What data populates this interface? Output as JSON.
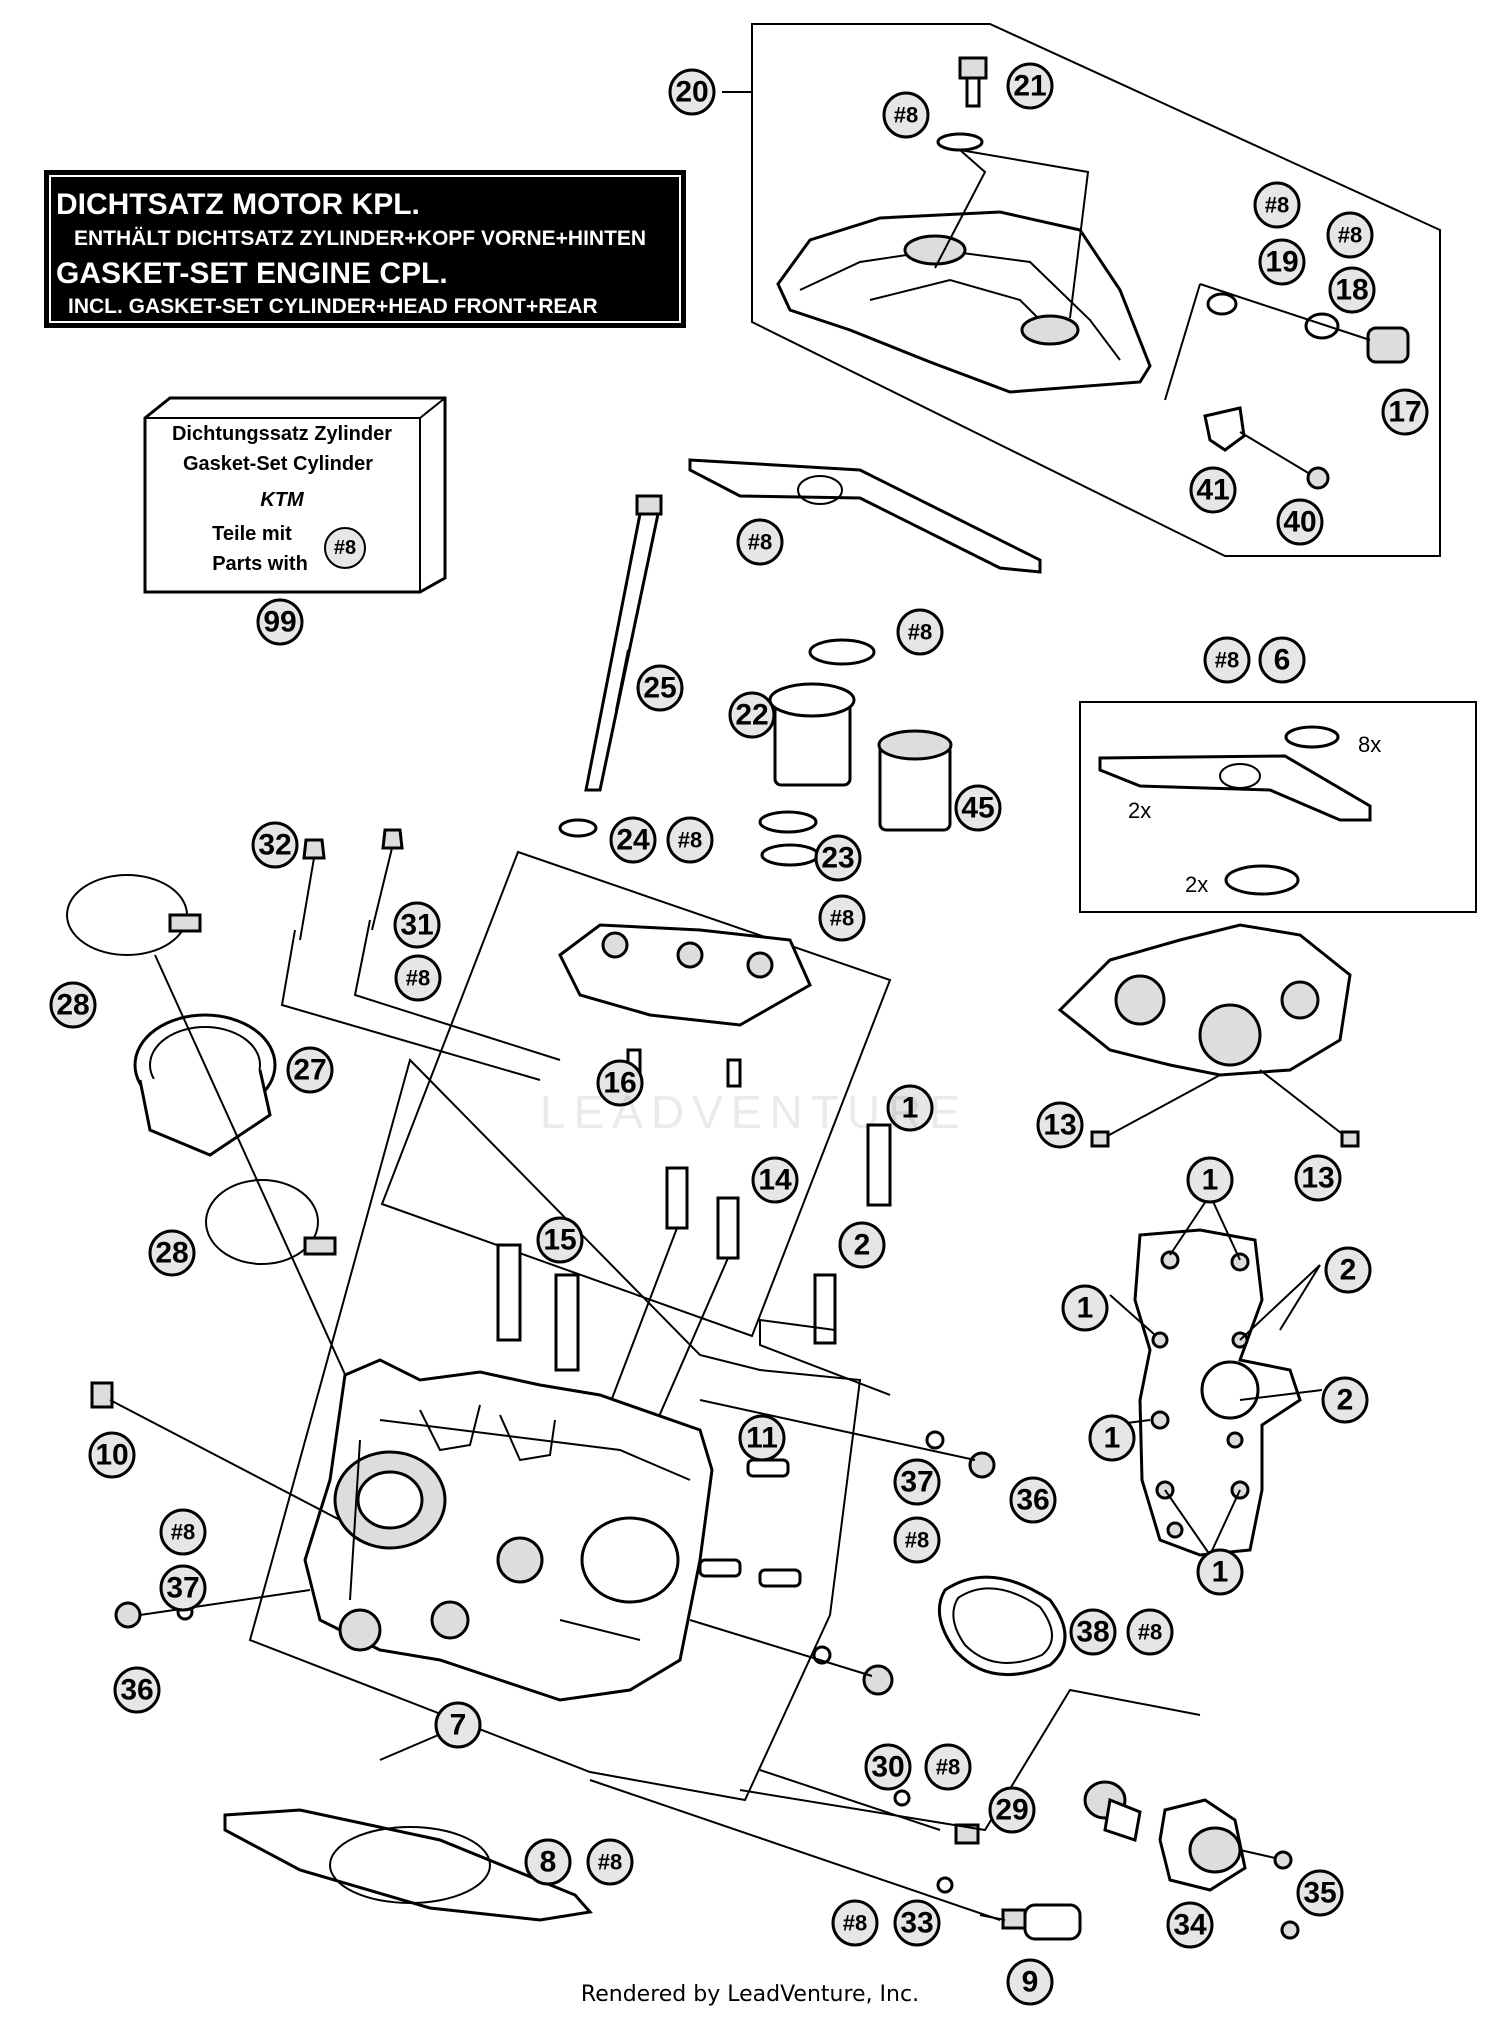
{
  "label_box": {
    "line1": "DICHTSATZ MOTOR KPL.",
    "line2": "ENTHÄLT DICHTSATZ ZYLINDER+KOPF VORNE+HINTEN",
    "line3": "GASKET-SET ENGINE CPL.",
    "line4": "INCL. GASKET-SET CYLINDER+HEAD FRONT+REAR"
  },
  "kit_box": {
    "line1": "Dichtungssatz Zylinder",
    "line2": "Gasket-Set Cylinder",
    "brand": "KTM",
    "line3": "Teile mit",
    "line4": "Parts with",
    "marker": "#8"
  },
  "qty_labels": [
    "8x",
    "2x",
    "2x"
  ],
  "callouts": {
    "c20": "20",
    "c21": "21",
    "c8a": "#8",
    "c8b": "#8",
    "c8c": "#8",
    "c19": "19",
    "c18": "18",
    "c17": "17",
    "c41": "41",
    "c40": "40",
    "c8d": "#8",
    "c99": "99",
    "c8e": "#8",
    "c25": "25",
    "c22": "22",
    "c45": "45",
    "c8f": "#8",
    "c6": "6",
    "c24": "24",
    "c8g": "#8",
    "c23": "23",
    "c8h": "#8",
    "c32": "32",
    "c31": "31",
    "c8i": "#8",
    "c28a": "28",
    "c27": "27",
    "c16": "16",
    "c13a": "13",
    "c13b": "13",
    "c1a": "1",
    "c14": "14",
    "c15": "15",
    "c2a": "2",
    "c28b": "28",
    "c1b": "1",
    "c2b": "2",
    "c1c": "1",
    "c1d": "1",
    "c2c": "2",
    "c1e": "1",
    "c10": "10",
    "c11": "11",
    "c37a": "37",
    "c36a": "36",
    "c8j": "#8",
    "c8k": "#8",
    "c37b": "37",
    "c38": "38",
    "c8l": "#8",
    "c36b": "36",
    "c7": "7",
    "c30": "30",
    "c8m": "#8",
    "c29": "29",
    "c8": "8",
    "c8n": "#8",
    "c35": "35",
    "c8o": "#8",
    "c33": "33",
    "c34": "34",
    "c9": "9"
  },
  "watermark": "LEADVENTURE",
  "footer": "Rendered by LeadVenture, Inc."
}
